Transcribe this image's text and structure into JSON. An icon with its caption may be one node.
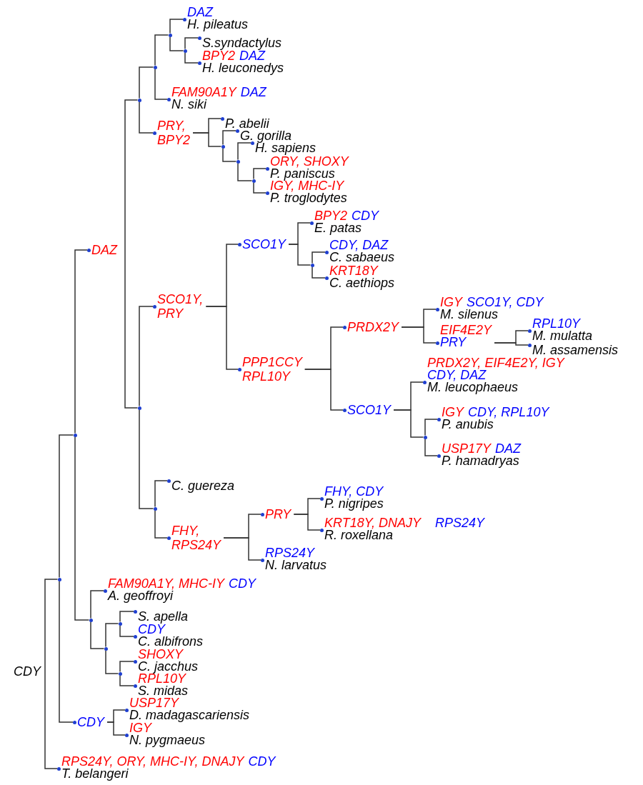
{
  "diagram": {
    "nodes": [
      {
        "text": [
          "CDY"
        ]
      },
      {
        "text": [],
        "shape": "circle"
      },
      {
        "text": [],
        "shape": "circle"
      },
      {
        "text": [
          "DAZ"
        ]
      },
      {
        "text": [],
        "shape": "circle"
      },
      {
        "text": [],
        "shape": "circle"
      },
      {
        "text": [],
        "shape": "circle"
      },
      {
        "text": [
          "DAZ",
          "H. pileatus"
        ]
      },
      {
        "text": [],
        "shape": "circle"
      },
      {
        "text": [
          "S.syndactylus"
        ]
      },
      {
        "text": [
          "BPY2",
          "DAZ",
          "H. leuconedys"
        ]
      },
      {
        "text": [
          "FAM90A1Y",
          "DAZ",
          "N. siki"
        ]
      },
      {
        "text": [
          "PRY, BPY2"
        ]
      },
      {
        "text": [
          "P. abelii"
        ]
      },
      {
        "text": [],
        "shape": "circle"
      },
      {
        "text": [
          "G. gorilla"
        ]
      },
      {
        "text": [],
        "shape": "circle"
      },
      {
        "text": [
          "H. sapiens"
        ]
      },
      {
        "text": [],
        "shape": "circle"
      },
      {
        "text": [
          "ORY, SHOXY",
          "P. paniscus"
        ]
      },
      {
        "text": [
          "IGY, MHC-IY",
          "P. troglodytes"
        ]
      },
      {
        "text": [],
        "shape": "circle"
      },
      {
        "text": [
          "SCO1Y, PRY"
        ]
      },
      {
        "text": [
          "SCO1Y"
        ]
      },
      {
        "text": [
          "BPY2",
          "CDY",
          "E. patas"
        ]
      },
      {
        "text": [],
        "shape": "circle"
      },
      {
        "text": [
          "CDY, DAZ",
          "C. sabaeus"
        ]
      },
      {
        "text": [
          "KRT18Y",
          "C. aethiops"
        ]
      },
      {
        "text": [
          "PPP1CCY RPL10Y"
        ]
      },
      {
        "text": [
          "PRDX2Y"
        ]
      },
      {
        "text": [
          "IGY",
          "SCO1Y, CDY",
          "M. silenus"
        ]
      },
      {
        "text": [
          "EIF4E2Y",
          "PRY"
        ]
      },
      {
        "text": [
          "RPL10Y",
          "M. mulatta"
        ]
      },
      {
        "text": [
          "M. assamensis"
        ]
      },
      {
        "text": [
          "SCO1Y"
        ]
      },
      {
        "text": [
          "PRDX2Y, EIF4E2Y, IGY",
          "CDY, DAZ",
          "M. leucophaeus"
        ]
      },
      {
        "text": [],
        "shape": "circle"
      },
      {
        "text": [
          "IGY",
          "CDY, RPL10Y",
          "P. anubis"
        ]
      },
      {
        "text": [
          "USP17Y",
          "DAZ",
          "P. hamadryas"
        ]
      },
      {
        "text": [],
        "shape": "circle"
      },
      {
        "text": [
          "C. guereza"
        ]
      },
      {
        "text": [
          "FHY, RPS24Y"
        ]
      },
      {
        "text": [
          "PRY"
        ]
      },
      {
        "text": [
          "FHY, CDY",
          "P. nigripes"
        ]
      },
      {
        "text": [
          "KRT18Y, DNAJY",
          "RPS24Y",
          "R. roxellana"
        ]
      },
      {
        "text": [
          "RPS24Y",
          "N. larvatus"
        ]
      },
      {
        "text": [],
        "shape": "circle"
      },
      {
        "text": [
          "FAM90A1Y, MHC-IY",
          "CDY",
          "A. geoffroyi"
        ]
      },
      {
        "text": [],
        "shape": "circle"
      },
      {
        "text": [],
        "shape": "circle"
      },
      {
        "text": [
          "S. apella"
        ]
      },
      {
        "text": [
          "CDY",
          "C. albifrons"
        ]
      },
      {
        "text": [],
        "shape": "circle"
      },
      {
        "text": [
          "SHOXY",
          "C. jacchus"
        ]
      },
      {
        "text": [
          "RPL10Y",
          "S. midas"
        ]
      },
      {
        "text": [
          "CDY"
        ]
      },
      {
        "text": [
          "USP17Y",
          "D. madagascariensis"
        ]
      },
      {
        "text": [
          "IGY",
          "N. pygmaeus"
        ]
      },
      {
        "text": [
          "RPS24Y, ORY, MHC-IY, DNAJY",
          "CDY",
          "T. belangeri"
        ]
      }
    ],
    "edges": [
      {
        "from": 0,
        "to": 1,
        "arrow": "none"
      },
      {
        "from": 0,
        "to": 58,
        "arrow": "none"
      },
      {
        "from": 1,
        "to": 2,
        "arrow": "none"
      },
      {
        "from": 1,
        "to": 55,
        "arrow": "none"
      },
      {
        "from": 2,
        "to": 3,
        "arrow": "none"
      },
      {
        "from": 2,
        "to": 46,
        "arrow": "none"
      },
      {
        "from": 3,
        "to": 4,
        "arrow": "none"
      },
      {
        "from": 3,
        "to": 21,
        "arrow": "none"
      },
      {
        "from": 4,
        "to": 5,
        "arrow": "none"
      },
      {
        "from": 4,
        "to": 12,
        "arrow": "none"
      },
      {
        "from": 5,
        "to": 6,
        "arrow": "none"
      },
      {
        "from": 5,
        "to": 11,
        "arrow": "none"
      },
      {
        "from": 6,
        "to": 7,
        "arrow": "none"
      },
      {
        "from": 6,
        "to": 8,
        "arrow": "none"
      },
      {
        "from": 8,
        "to": 9,
        "arrow": "none"
      },
      {
        "from": 8,
        "to": 10,
        "arrow": "none"
      },
      {
        "from": 12,
        "to": 13,
        "arrow": "none"
      },
      {
        "from": 12,
        "to": 14,
        "arrow": "none"
      },
      {
        "from": 14,
        "to": 15,
        "arrow": "none"
      },
      {
        "from": 14,
        "to": 16,
        "arrow": "none"
      },
      {
        "from": 16,
        "to": 17,
        "arrow": "none"
      },
      {
        "from": 16,
        "to": 18,
        "arrow": "none"
      },
      {
        "from": 18,
        "to": 19,
        "arrow": "none"
      },
      {
        "from": 18,
        "to": 20,
        "arrow": "none"
      },
      {
        "from": 21,
        "to": 22,
        "arrow": "none"
      },
      {
        "from": 21,
        "to": 39,
        "arrow": "none"
      },
      {
        "from": 22,
        "to": 23,
        "arrow": "none"
      },
      {
        "from": 22,
        "to": 28,
        "arrow": "none"
      },
      {
        "from": 23,
        "to": 24,
        "arrow": "none"
      },
      {
        "from": 23,
        "to": 25,
        "arrow": "none"
      },
      {
        "from": 25,
        "to": 26,
        "arrow": "none"
      },
      {
        "from": 25,
        "to": 27,
        "arrow": "none"
      },
      {
        "from": 28,
        "to": 29,
        "arrow": "none"
      },
      {
        "from": 28,
        "to": 34,
        "arrow": "none"
      },
      {
        "from": 29,
        "to": 30,
        "arrow": "none"
      },
      {
        "from": 29,
        "to": 31,
        "arrow": "none"
      },
      {
        "from": 31,
        "to": 32,
        "arrow": "none"
      },
      {
        "from": 31,
        "to": 33,
        "arrow": "none"
      },
      {
        "from": 34,
        "to": 35,
        "arrow": "none"
      },
      {
        "from": 34,
        "to": 36,
        "arrow": "none"
      },
      {
        "from": 36,
        "to": 37,
        "arrow": "none"
      },
      {
        "from": 36,
        "to": 38,
        "arrow": "none"
      },
      {
        "from": 39,
        "to": 40,
        "arrow": "none"
      },
      {
        "from": 39,
        "to": 41,
        "arrow": "none"
      },
      {
        "from": 41,
        "to": 42,
        "arrow": "none"
      },
      {
        "from": 41,
        "to": 45,
        "arrow": "none"
      },
      {
        "from": 42,
        "to": 43,
        "arrow": "none"
      },
      {
        "from": 42,
        "to": 44,
        "arrow": "none"
      },
      {
        "from": 46,
        "to": 47,
        "arrow": "none"
      },
      {
        "from": 46,
        "to": 48,
        "arrow": "none"
      },
      {
        "from": 48,
        "to": 49,
        "arrow": "none"
      },
      {
        "from": 48,
        "to": 52,
        "arrow": "none"
      },
      {
        "from": 49,
        "to": 50,
        "arrow": "none"
      },
      {
        "from": 49,
        "to": 51,
        "arrow": "none"
      },
      {
        "from": 52,
        "to": 53,
        "arrow": "none"
      },
      {
        "from": 52,
        "to": 54,
        "arrow": "none"
      },
      {
        "from": 55,
        "to": 56,
        "arrow": "none"
      },
      {
        "from": 55,
        "to": 57,
        "arrow": "none"
      }
    ]
  }
}
